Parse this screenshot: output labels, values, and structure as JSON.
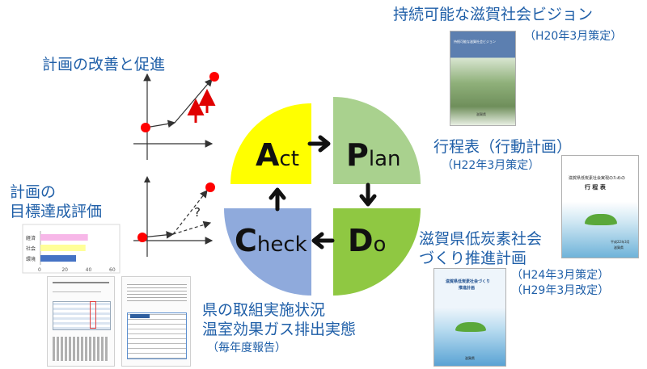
{
  "pdca": {
    "act": {
      "initial": "A",
      "rest": "ct"
    },
    "plan": {
      "initial": "P",
      "rest": "lan"
    },
    "do": {
      "initial": "D",
      "rest": "o"
    },
    "check": {
      "initial": "C",
      "rest": "heck"
    }
  },
  "labels": {
    "vision_title": "持続可能な滋賀社会ビジョン",
    "vision_date": "（H20年3月策定）",
    "improve_title": "計画の改善と促進",
    "schedule_title": "行程表（行動計画）",
    "schedule_date": "（H22年3月策定）",
    "eval_line1": "計画の",
    "eval_line2": "目標達成評価",
    "plan_line1": "滋賀県低炭素社会",
    "plan_line2": "づくり推進計画",
    "plan_date1": "（H24年3月策定）",
    "plan_date2": "（H29年3月改定）",
    "report_line1": "県の取組実施状況",
    "report_line2": "温室効果ガス排出実態",
    "report_note": "（毎年度報告）",
    "question_mark": "?"
  },
  "covers": {
    "vision_cover_title": "持続可能な滋賀社会ビジョン",
    "vision_cover_publisher": "滋賀県",
    "schedule_cover_line1": "滋賀県低炭素社会実現のための",
    "schedule_cover_line2": "行 程 表",
    "schedule_cover_date": "平成22年3月",
    "schedule_cover_publisher": "滋賀県",
    "plan_cover_line1": "滋賀県低炭素社会づくり",
    "plan_cover_line2": "推進計画",
    "plan_cover_publisher": "滋賀県"
  },
  "chart_data": {
    "type": "bar",
    "categories": [
      "経済",
      "社会",
      "環境"
    ],
    "values": [
      40,
      38,
      30
    ],
    "xlim": [
      0,
      60
    ],
    "xticks": [
      "0",
      "20",
      "40",
      "60"
    ]
  },
  "colors": {
    "act": "#ffff00",
    "plan": "#a9d18e",
    "do": "#8fc842",
    "check": "#8faadc",
    "label": "#1f5fa8",
    "marker": "#ff0000"
  }
}
